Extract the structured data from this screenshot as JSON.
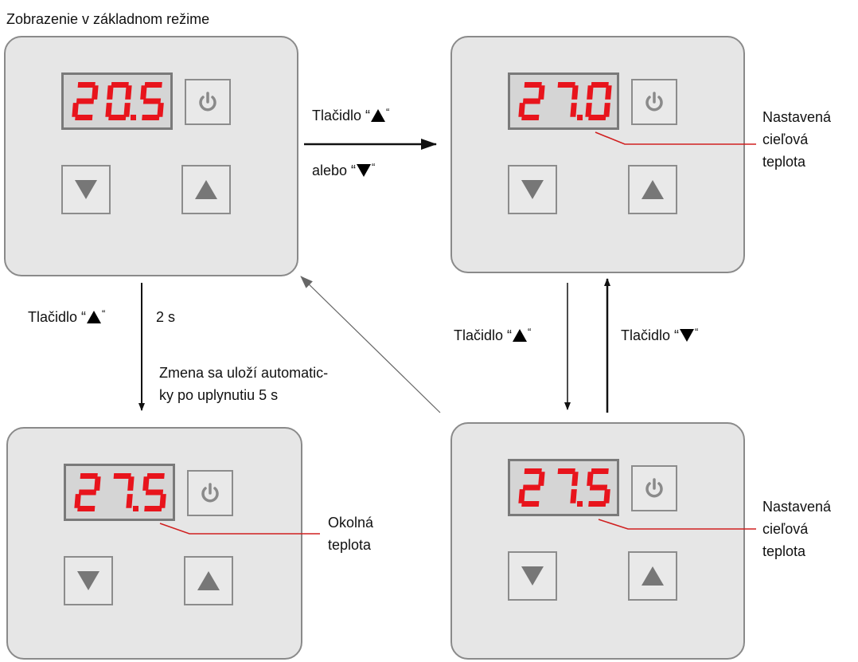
{
  "title": "Zobrazenie v základnom režime",
  "panels": [
    {
      "display": "20.5"
    },
    {
      "display": "27.0"
    },
    {
      "display": "27.5"
    },
    {
      "display": "27.5"
    }
  ],
  "labels": {
    "top_arrow_up_prefix": "Tlačidlo “",
    "top_arrow_up_suffix": "“",
    "top_arrow_down_prefix": "alebo “",
    "top_arrow_down_suffix": "“",
    "left_button_prefix": "Tlačidlo “",
    "left_button_suffix": "“",
    "left_duration": "2 s",
    "autosave_line1": "Zmena sa uloží automatic-",
    "autosave_line2": "ky po uplynutiu 5 s",
    "mid_up_prefix": "Tlačidlo “",
    "mid_up_suffix": "“",
    "mid_down_prefix": "Tlačidlo “",
    "mid_down_suffix": "“",
    "target_temp_top": [
      "Nastavená",
      "cieľová",
      "teplota"
    ],
    "target_temp_bottom": [
      "Nastavená",
      "cieľová",
      "teplota"
    ],
    "ambient_temp": [
      "Okolná",
      "teplota"
    ]
  },
  "colors": {
    "digit": "#e8141c",
    "callout": "#d02020",
    "panel_bg": "#e6e6e6",
    "panel_border": "#8a8a8a",
    "arrow": "#111111",
    "diag_arrow": "#666666"
  },
  "icons": [
    "power-icon",
    "triangle-down-icon",
    "triangle-up-icon"
  ]
}
